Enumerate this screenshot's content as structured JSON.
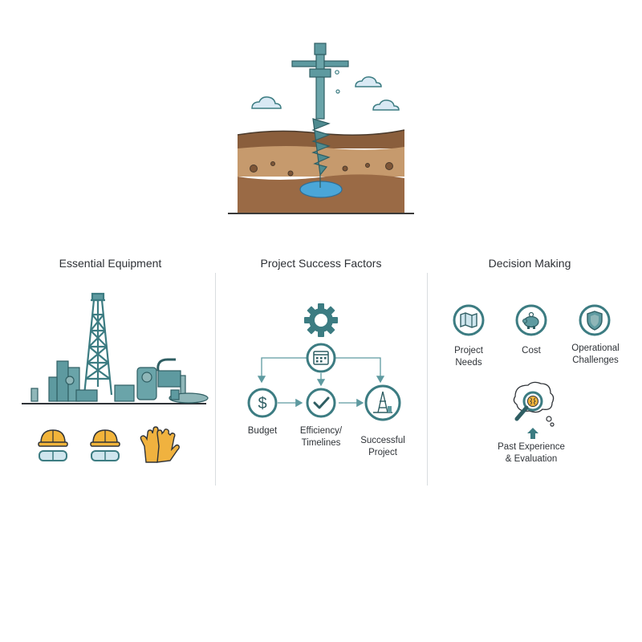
{
  "sections": {
    "equipment": {
      "title": "Essential Equipment"
    },
    "success": {
      "title": "Project Success Factors",
      "budget": "Budget",
      "efficiency_line1": "Efficiency/",
      "efficiency_line2": "Timelines",
      "successful_line1": "Successful",
      "successful_line2": "Project"
    },
    "decision": {
      "title": "Decision Making",
      "needs_line1": "Project",
      "needs_line2": "Needs",
      "cost": "Cost",
      "operational_line1": "Operational",
      "operational_line2": "Challenges",
      "past_line1": "Past Experience",
      "past_line2": "& Evaluation"
    }
  },
  "colors": {
    "teal": "#3c7c82",
    "teal_light": "#8fb6b8",
    "soil_dark": "#8a5e3c",
    "soil_light": "#c69a6d",
    "water": "#4aa6d8",
    "helmet": "#f2b43a",
    "glove": "#f0b23f"
  },
  "icons": [
    "drill-icon",
    "cloud-icon",
    "oil-rig-icon",
    "hard-hat-goggles-icon",
    "gloves-icon",
    "gear-icon",
    "calendar-icon",
    "dollar-icon",
    "check-icon",
    "derrick-icon",
    "map-icon",
    "piggy-bank-icon",
    "shield-icon",
    "magnifier-brain-icon",
    "arrow-up-icon"
  ]
}
